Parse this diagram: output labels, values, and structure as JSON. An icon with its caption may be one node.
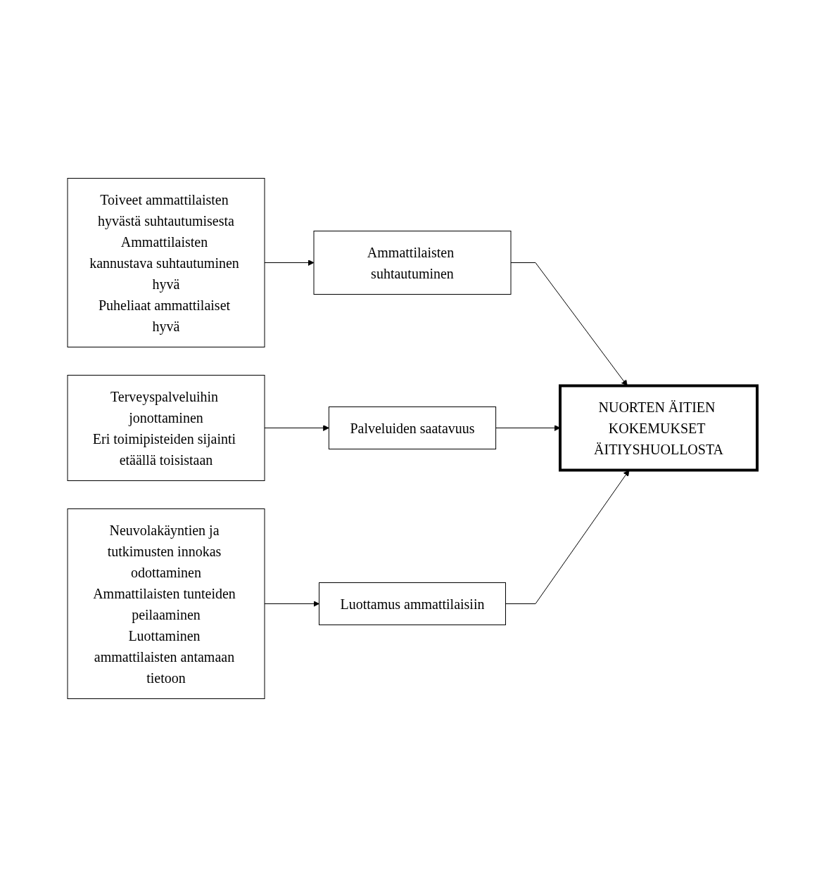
{
  "diagram": {
    "nodes": [
      {
        "text": [
          "Toiveet ammattilaisten hyvästä suhtautumisesta",
          "Ammattilaisten kannustava suhtautuminen hyvä",
          "Puheliaat ammattilaiset hyvä"
        ]
      },
      {
        "text": [
          "Ammattilaisten suhtautuminen"
        ]
      },
      {
        "text": [
          "Terveyspalveluihin jonottaminen",
          "Eri toimipisteiden sijainti etäällä toisistaan"
        ]
      },
      {
        "text": [
          "Palveluiden saatavuus"
        ]
      },
      {
        "text": [
          "NUORTEN ÄITIEN KOKEMUKSET ÄITIYSHUOLLOSTA"
        ]
      },
      {
        "text": [
          "Neuvolakäyntien ja tutkimusten innokas odottaminen",
          "Ammattilaisten tunteiden peilaaminen",
          "Luottaminen ammattilaisten antamaan tietoon"
        ]
      },
      {
        "text": [
          "Luottamus ammattilaisiin"
        ]
      }
    ],
    "edges": [
      {
        "from": 0,
        "to": 1,
        "arrow": "to"
      },
      {
        "from": 1,
        "to": 4,
        "arrow": "to"
      },
      {
        "from": 2,
        "to": 3,
        "arrow": "to"
      },
      {
        "from": 3,
        "to": 4,
        "arrow": "to"
      },
      {
        "from": 5,
        "to": 6,
        "arrow": "to"
      },
      {
        "from": 6,
        "to": 4,
        "arrow": "to"
      }
    ]
  }
}
